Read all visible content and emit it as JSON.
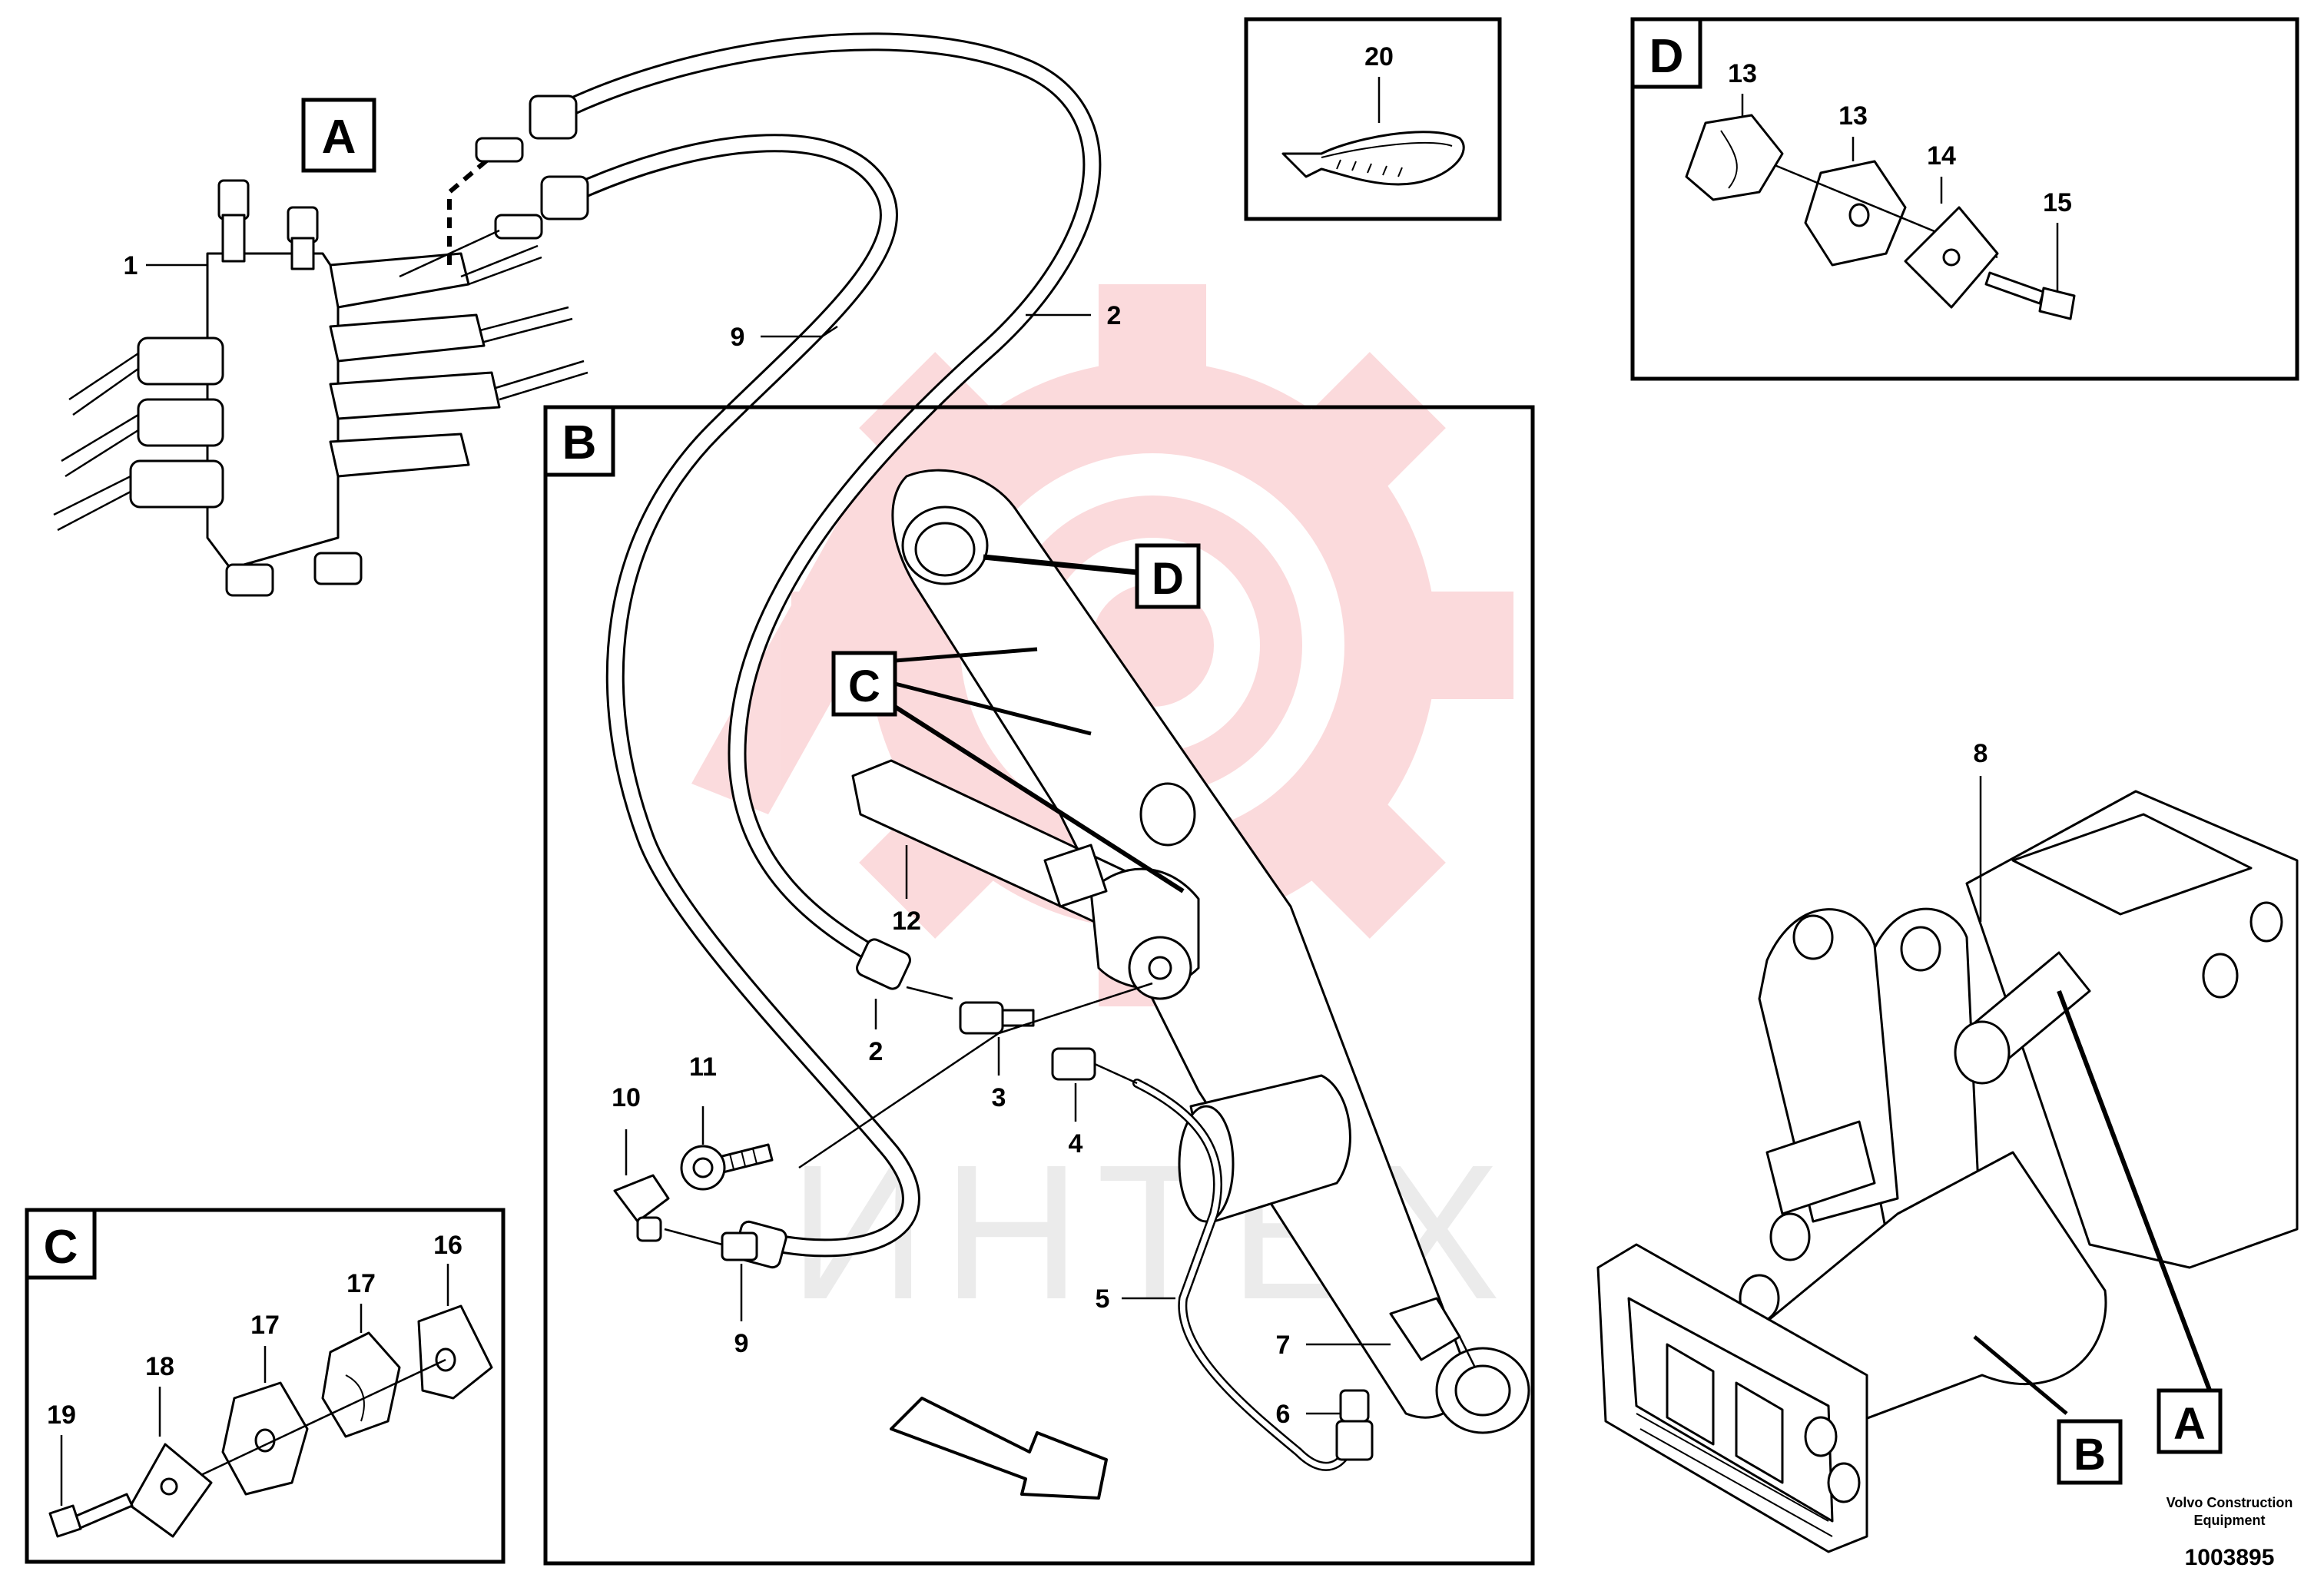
{
  "watermark": {
    "text": "ИНТЕХ",
    "gear_color": "#e8202a"
  },
  "sections": {
    "A": {
      "label": "A"
    },
    "B": {
      "label": "B"
    },
    "C": {
      "label": "C"
    },
    "D": {
      "label": "D"
    }
  },
  "callouts": {
    "c1": "1",
    "c2a": "2",
    "c2b": "2",
    "c3": "3",
    "c4": "4",
    "c5": "5",
    "c6": "6",
    "c7": "7",
    "c8": "8",
    "c9a": "9",
    "c9b": "9",
    "c10": "10",
    "c11": "11",
    "c12": "12",
    "c13a": "13",
    "c13b": "13",
    "c14": "14",
    "c15": "15",
    "c16": "16",
    "c17a": "17",
    "c17b": "17",
    "c18": "18",
    "c19": "19",
    "c20": "20"
  },
  "tags": {
    "tagD": "D",
    "tagC": "C",
    "tagA": "A",
    "tagB": "B"
  },
  "footer": {
    "company_line1": "Volvo Construction",
    "company_line2": "Equipment",
    "drawing_number": "1003895"
  }
}
